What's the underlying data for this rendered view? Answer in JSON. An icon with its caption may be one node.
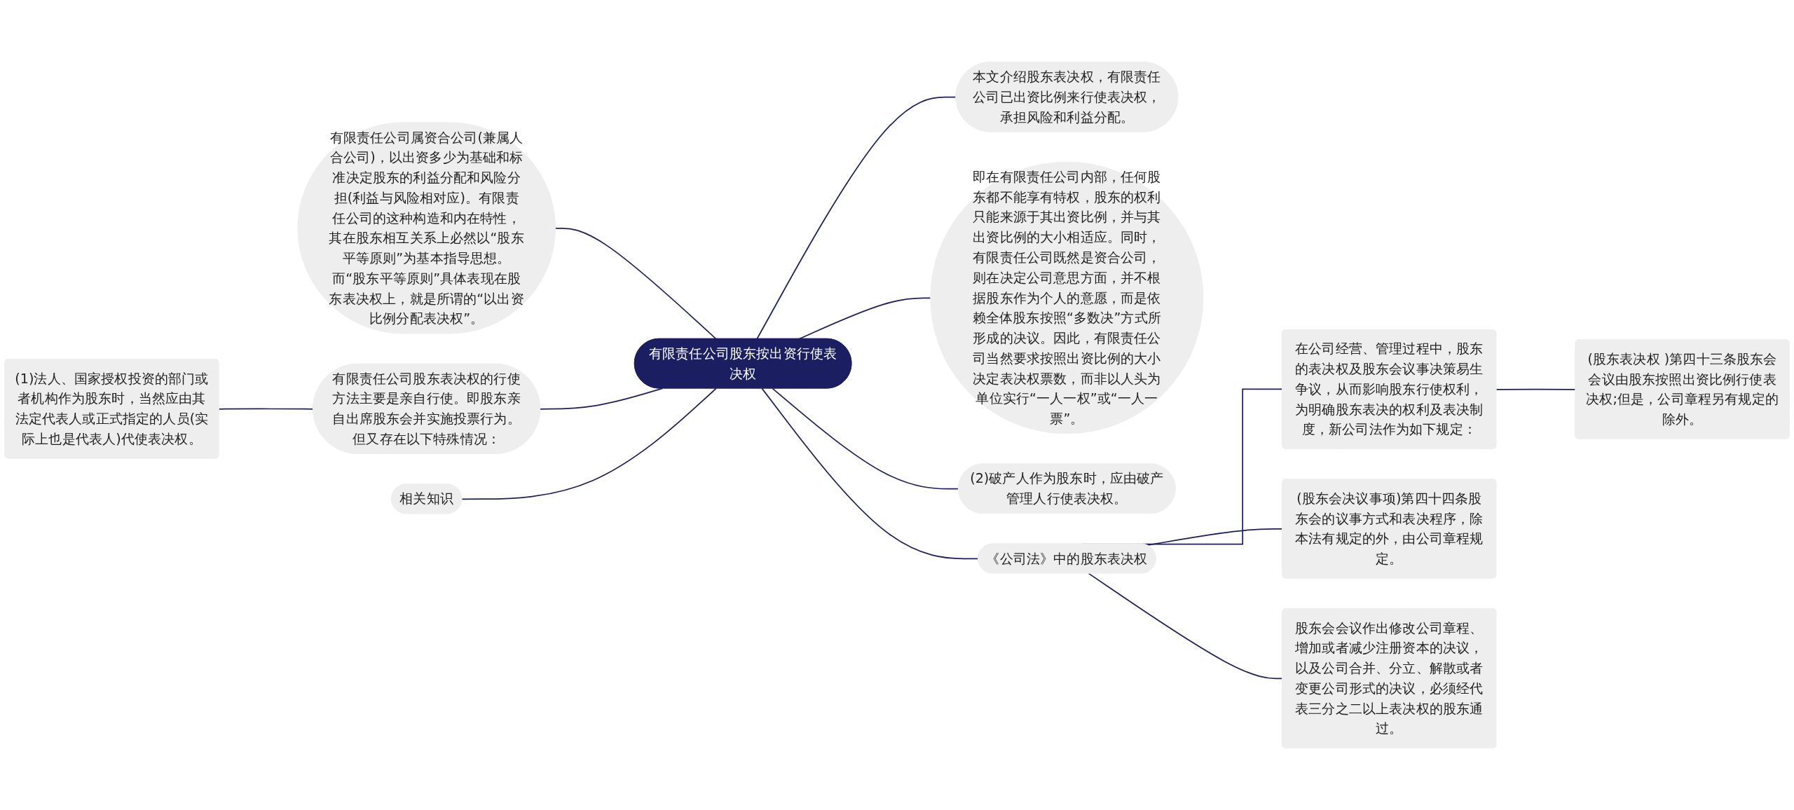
{
  "diagram": {
    "nodes": [
      {
        "text": [
          "有限责任公司股东按出资行使表决权"
        ]
      },
      {
        "text": [
          "有限责任公司属资合公司(兼属人合公司)，以出资多少为基础和标准决定股东的利益分配和风险分担(利益与风险相对应)。有限责任公司的这种构造和内在特性，其在股东相互关系上必然以“股东平等原则”为基本指导思想。而“股东平等原则”具体表现在股东表决权上，就是所谓的“以出资比例分配表决权”。"
        ]
      },
      {
        "text": [
          "有限责任公司股东表决权的行使方法主要是亲自行使。即股东亲自出席股东会并实施投票行为。但又存在以下特殊情况："
        ]
      },
      {
        "text": [
          "(1)法人、国家授权投资的部门或者机构作为股东时，当然应由其法定代表人或正式指定的人员(实际上也是代表人)代使表决权。"
        ]
      },
      {
        "text": [
          "相关知识"
        ]
      },
      {
        "text": [
          "本文介绍股东表决权，有限责任公司已出资比例来行使表决权，承担风险和利益分配。"
        ]
      },
      {
        "text": [
          "即在有限责任公司内部，任何股东都不能享有特权，股东的权利只能来源于其出资比例，并与其出资比例的大小相适应。同时，有限责任公司既然是资合公司，则在决定公司意思方面，并不根据股东作为个人的意愿，而是依赖全体股东按照“多数决”方式所形成的决议。因此，有限责任公司当然要求按照出资比例的大小决定表决权票数，而非以人头为单位实行“一人一权”或“一人一票”。"
        ]
      },
      {
        "text": [
          "(2)破产人作为股东时，应由破产管理人行使表决权。"
        ]
      },
      {
        "text": [
          "《公司法》中的股东表决权"
        ]
      },
      {
        "text": [
          "在公司经营、管理过程中，股东的表决权及股东会议事决策易生争议，从而影响股东行使权利，为明确股东表决的权利及表决制度，新公司法作为如下规定："
        ]
      },
      {
        "text": [
          "(股东表决权 )第四十三条股东会会议由股东按照出资比例行使表决权;但是，公司章程另有规定的除外。"
        ]
      },
      {
        "text": [
          "(股东会决议事项)第四十四条股东会的议事方式和表决程序，除本法有规定的外，由公司章程规定。"
        ]
      },
      {
        "text": [
          "股东会会议作出修改公司章程、增加或者减少注册资本的决议，以及公司合并、分立、解散或者变更公司形式的决议，必须经代表三分之二以上表决权的股东通过。"
        ]
      }
    ],
    "edges": [
      {
        "from": 0,
        "to": 1,
        "arrow": "none"
      },
      {
        "from": 0,
        "to": 2,
        "arrow": "none"
      },
      {
        "from": 2,
        "to": 3,
        "arrow": "none"
      },
      {
        "from": 0,
        "to": 4,
        "arrow": "none"
      },
      {
        "from": 0,
        "to": 5,
        "arrow": "none"
      },
      {
        "from": 0,
        "to": 6,
        "arrow": "none"
      },
      {
        "from": 0,
        "to": 7,
        "arrow": "none"
      },
      {
        "from": 0,
        "to": 8,
        "arrow": "none"
      },
      {
        "from": 8,
        "to": 9,
        "arrow": "none"
      },
      {
        "from": 9,
        "to": 10,
        "arrow": "none"
      },
      {
        "from": 8,
        "to": 11,
        "arrow": "none"
      },
      {
        "from": 8,
        "to": 12,
        "arrow": "none"
      }
    ]
  }
}
